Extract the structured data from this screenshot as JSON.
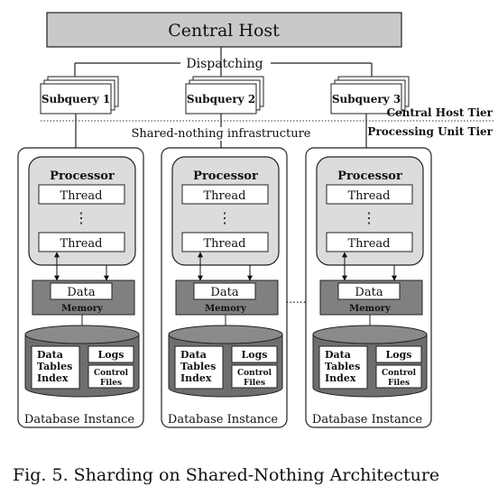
{
  "central_host": "Central Host",
  "dispatching": "Dispatching",
  "subqueries": [
    "Subquery 1",
    "Subquery 2",
    "Subquery 3"
  ],
  "tiers": {
    "central": "Central Host Tier",
    "processing": "Processing Unit Tier"
  },
  "infrastructure": "Shared-nothing infrastructure",
  "ellipsis": "⋮",
  "separator": "......",
  "instance": {
    "processor": "Processor",
    "thread": "Thread",
    "data": "Data",
    "memory": "Memory",
    "db_data_line1": "Data",
    "db_data_line2": "Tables",
    "db_data_line3": "Index",
    "logs": "Logs",
    "control_line1": "Control",
    "control_line2": "Files",
    "label": "Database Instance"
  },
  "caption": "Fig. 5. Sharding on Shared-Nothing Architecture",
  "colors": {
    "central_host_fill": "#c9c9c9",
    "processor_fill": "#dcdcdc",
    "memory_fill": "#808080",
    "db_fill": "#6e6e6e",
    "db_top_fill": "#8a8a8a",
    "stroke": "#222222"
  }
}
